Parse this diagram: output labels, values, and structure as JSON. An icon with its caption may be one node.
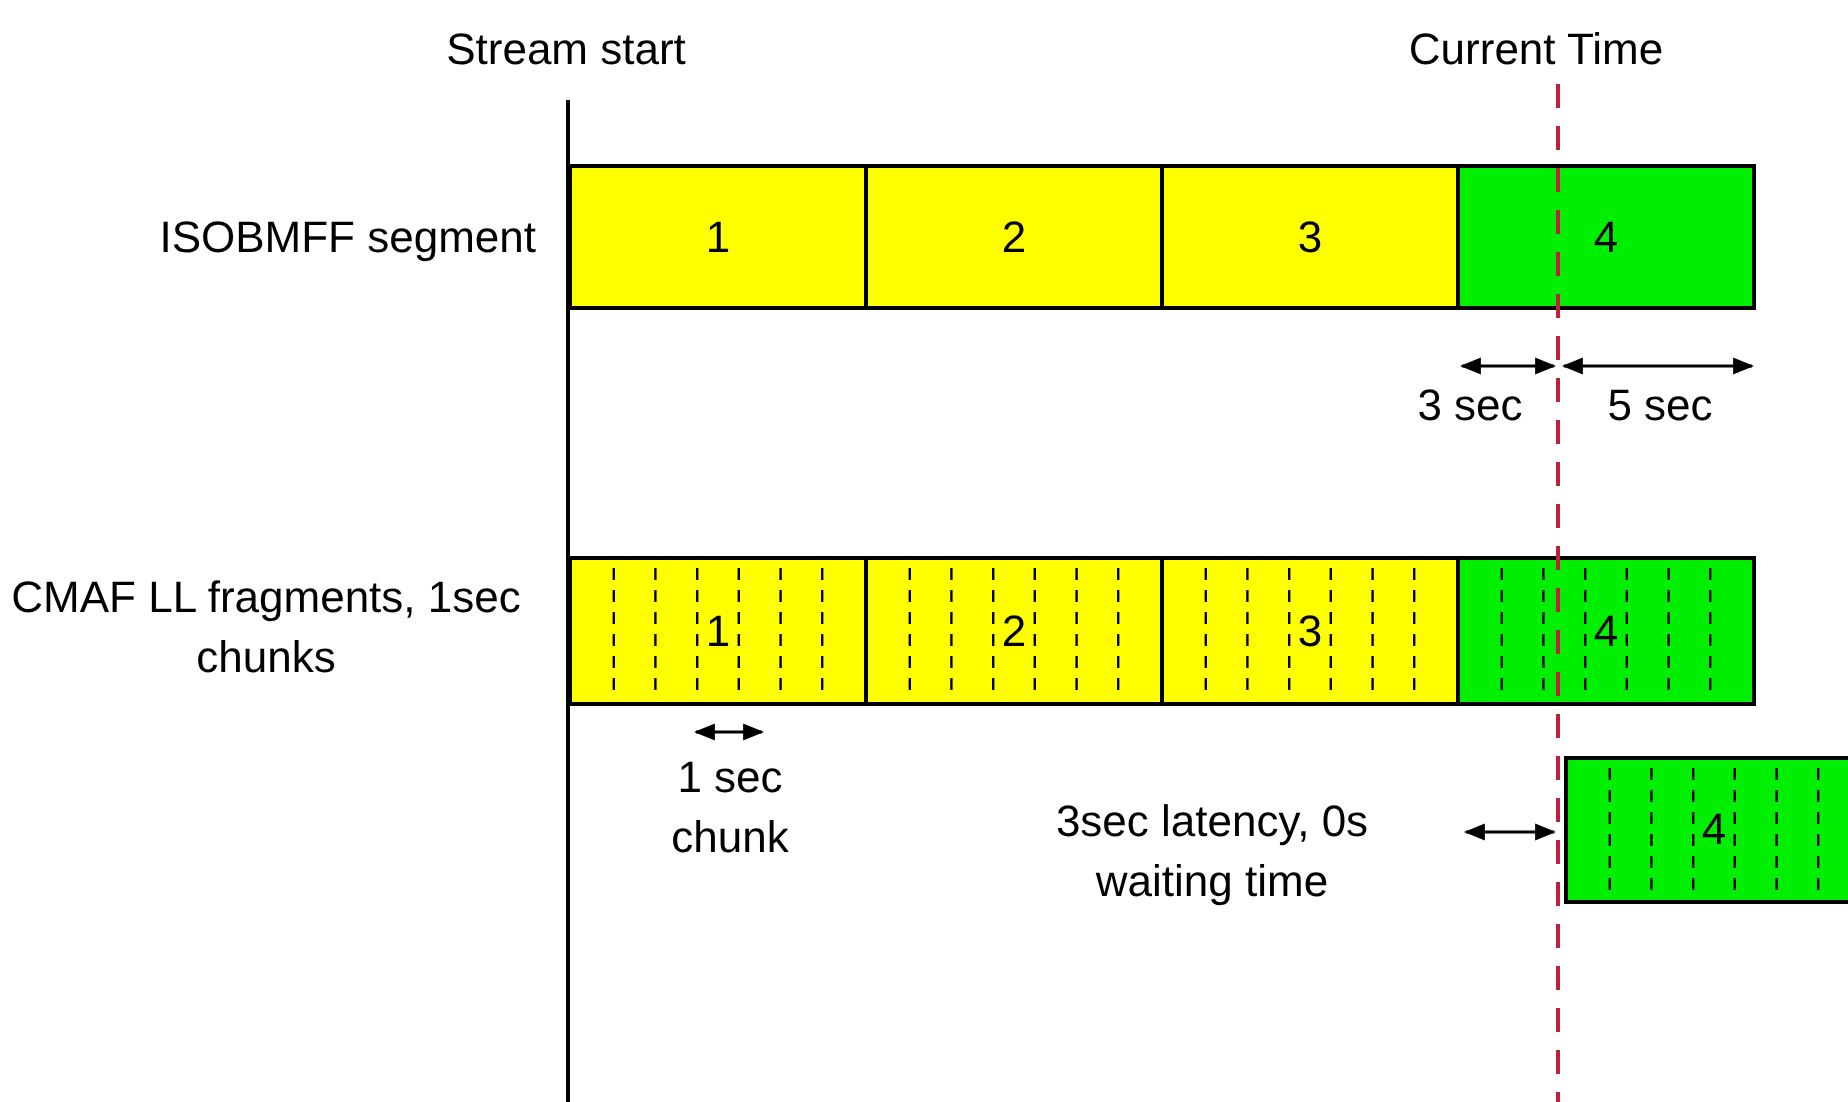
{
  "diagram": {
    "nodes": [
      {
        "text": [
          "1"
        ]
      },
      {
        "text": [
          "2"
        ]
      },
      {
        "text": [
          "3"
        ]
      },
      {
        "text": [
          "4"
        ]
      },
      {
        "text": [
          "1"
        ]
      },
      {
        "text": [
          "2"
        ]
      },
      {
        "text": [
          "3"
        ]
      },
      {
        "text": [
          "4"
        ]
      },
      {
        "text": [
          "4"
        ]
      }
    ],
    "labels": [
      "Stream start",
      "Current Time",
      "ISOBMFF segment",
      "3 sec",
      "5 sec",
      "CMAF LL fragments, 1sec chunks",
      "1 sec chunk",
      "3sec latency, 0s waiting time"
    ]
  }
}
